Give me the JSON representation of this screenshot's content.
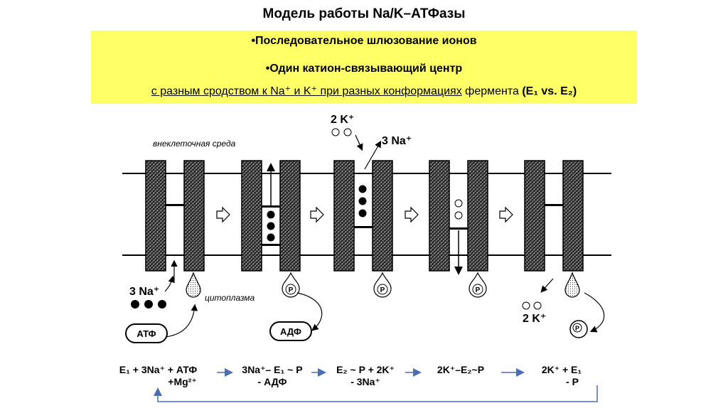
{
  "title": "Модель работы Na/K–АТФазы",
  "banner": {
    "line1": "•Последовательное шлюзование ионов",
    "line2": "•Один катион-связывающий центр",
    "line3_underlined": "с разным сродством к Na⁺ и K⁺ при разных конформациях",
    "line3_rest": " фермента ",
    "line3_bold": "(E₁ vs. E₂)"
  },
  "labels": {
    "extracellular": "внеклеточная среда",
    "cytoplasm": "цитоплазма",
    "na3_in": "3 Na⁺",
    "na3_out": "3 Na⁺",
    "k2_out": "2 K⁺",
    "k2_in": "2 K⁺",
    "atp": "АТФ",
    "adp": "АДФ",
    "phosphate": "P"
  },
  "equation": {
    "s1_line1": "E₁ + 3Na⁺ + АТФ",
    "s1_line2": "+Mg²⁺",
    "s2_line1": "3Na⁺– E₁ ~ P",
    "s2_line2": "- АДФ",
    "s3_line1": "E₂ ~ P + 2K⁺",
    "s3_line2": "- 3Na⁺",
    "s4_line1": "2K⁺–E₂~P",
    "s5_line1": "2K⁺ + E₁",
    "s5_line2": "- P"
  },
  "colors": {
    "banner": "#ffff66",
    "arrow_blue": "#4a6fb0",
    "ink": "#000000"
  }
}
